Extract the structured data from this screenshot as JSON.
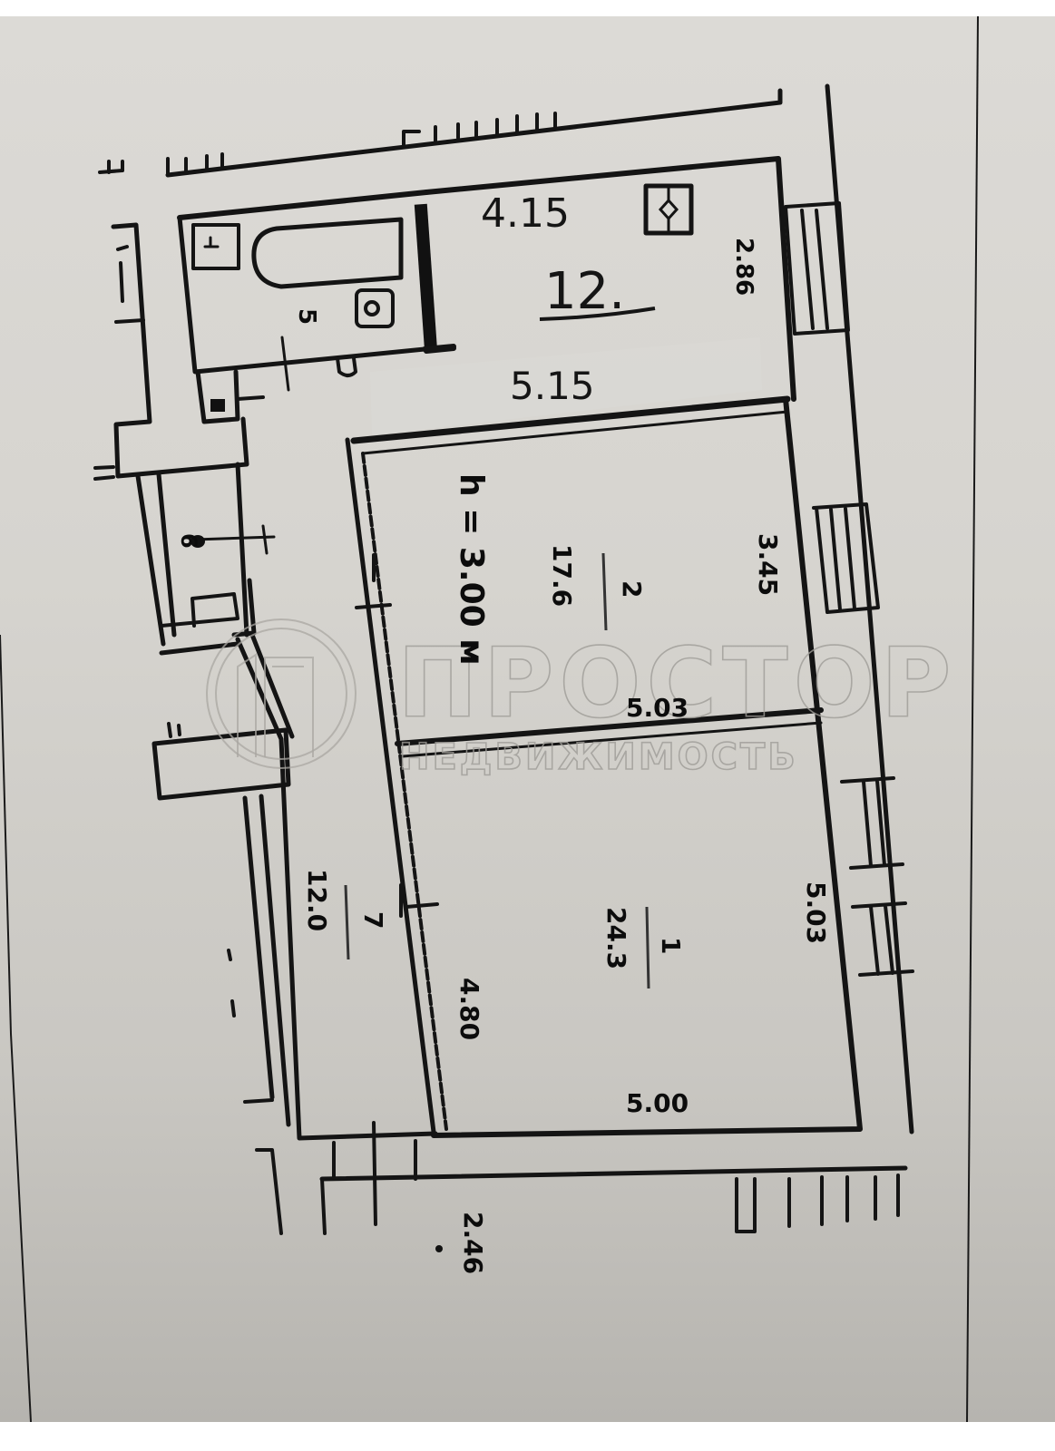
{
  "plan": {
    "title_handwritten": "12.",
    "ceiling_height": "h = 3.00 м",
    "watermark": {
      "brand": "ПРОСТОР",
      "subtitle": "НЕДВИЖИМОСТЬ"
    },
    "handwritten_dimensions": {
      "kitchen_width": "4.15",
      "kitchen_length": "5.15"
    },
    "dimensions": {
      "kitchen_right_wall": "2.86",
      "room2_right_wall": "3.45",
      "room2_bottom_wall": "5.03",
      "room1_right_wall": "5.03",
      "room1_left_wall": "4.80",
      "room1_bottom_wall": "5.00",
      "exterior_wall_thickness": "2.46"
    },
    "rooms": [
      {
        "number": "1",
        "area": "24.3",
        "name": "room-1"
      },
      {
        "number": "2",
        "area": "17.6",
        "name": "room-2"
      },
      {
        "number": "5",
        "area": "",
        "name": "bathroom"
      },
      {
        "number": "6",
        "area": "",
        "name": "toilet"
      },
      {
        "number": "7",
        "area": "12.0",
        "name": "corridor"
      }
    ],
    "colors": {
      "paper": "#d9d8d4",
      "ink": "#141414",
      "watermark": "#a9a7a2",
      "page_background": "#ffffff"
    }
  }
}
